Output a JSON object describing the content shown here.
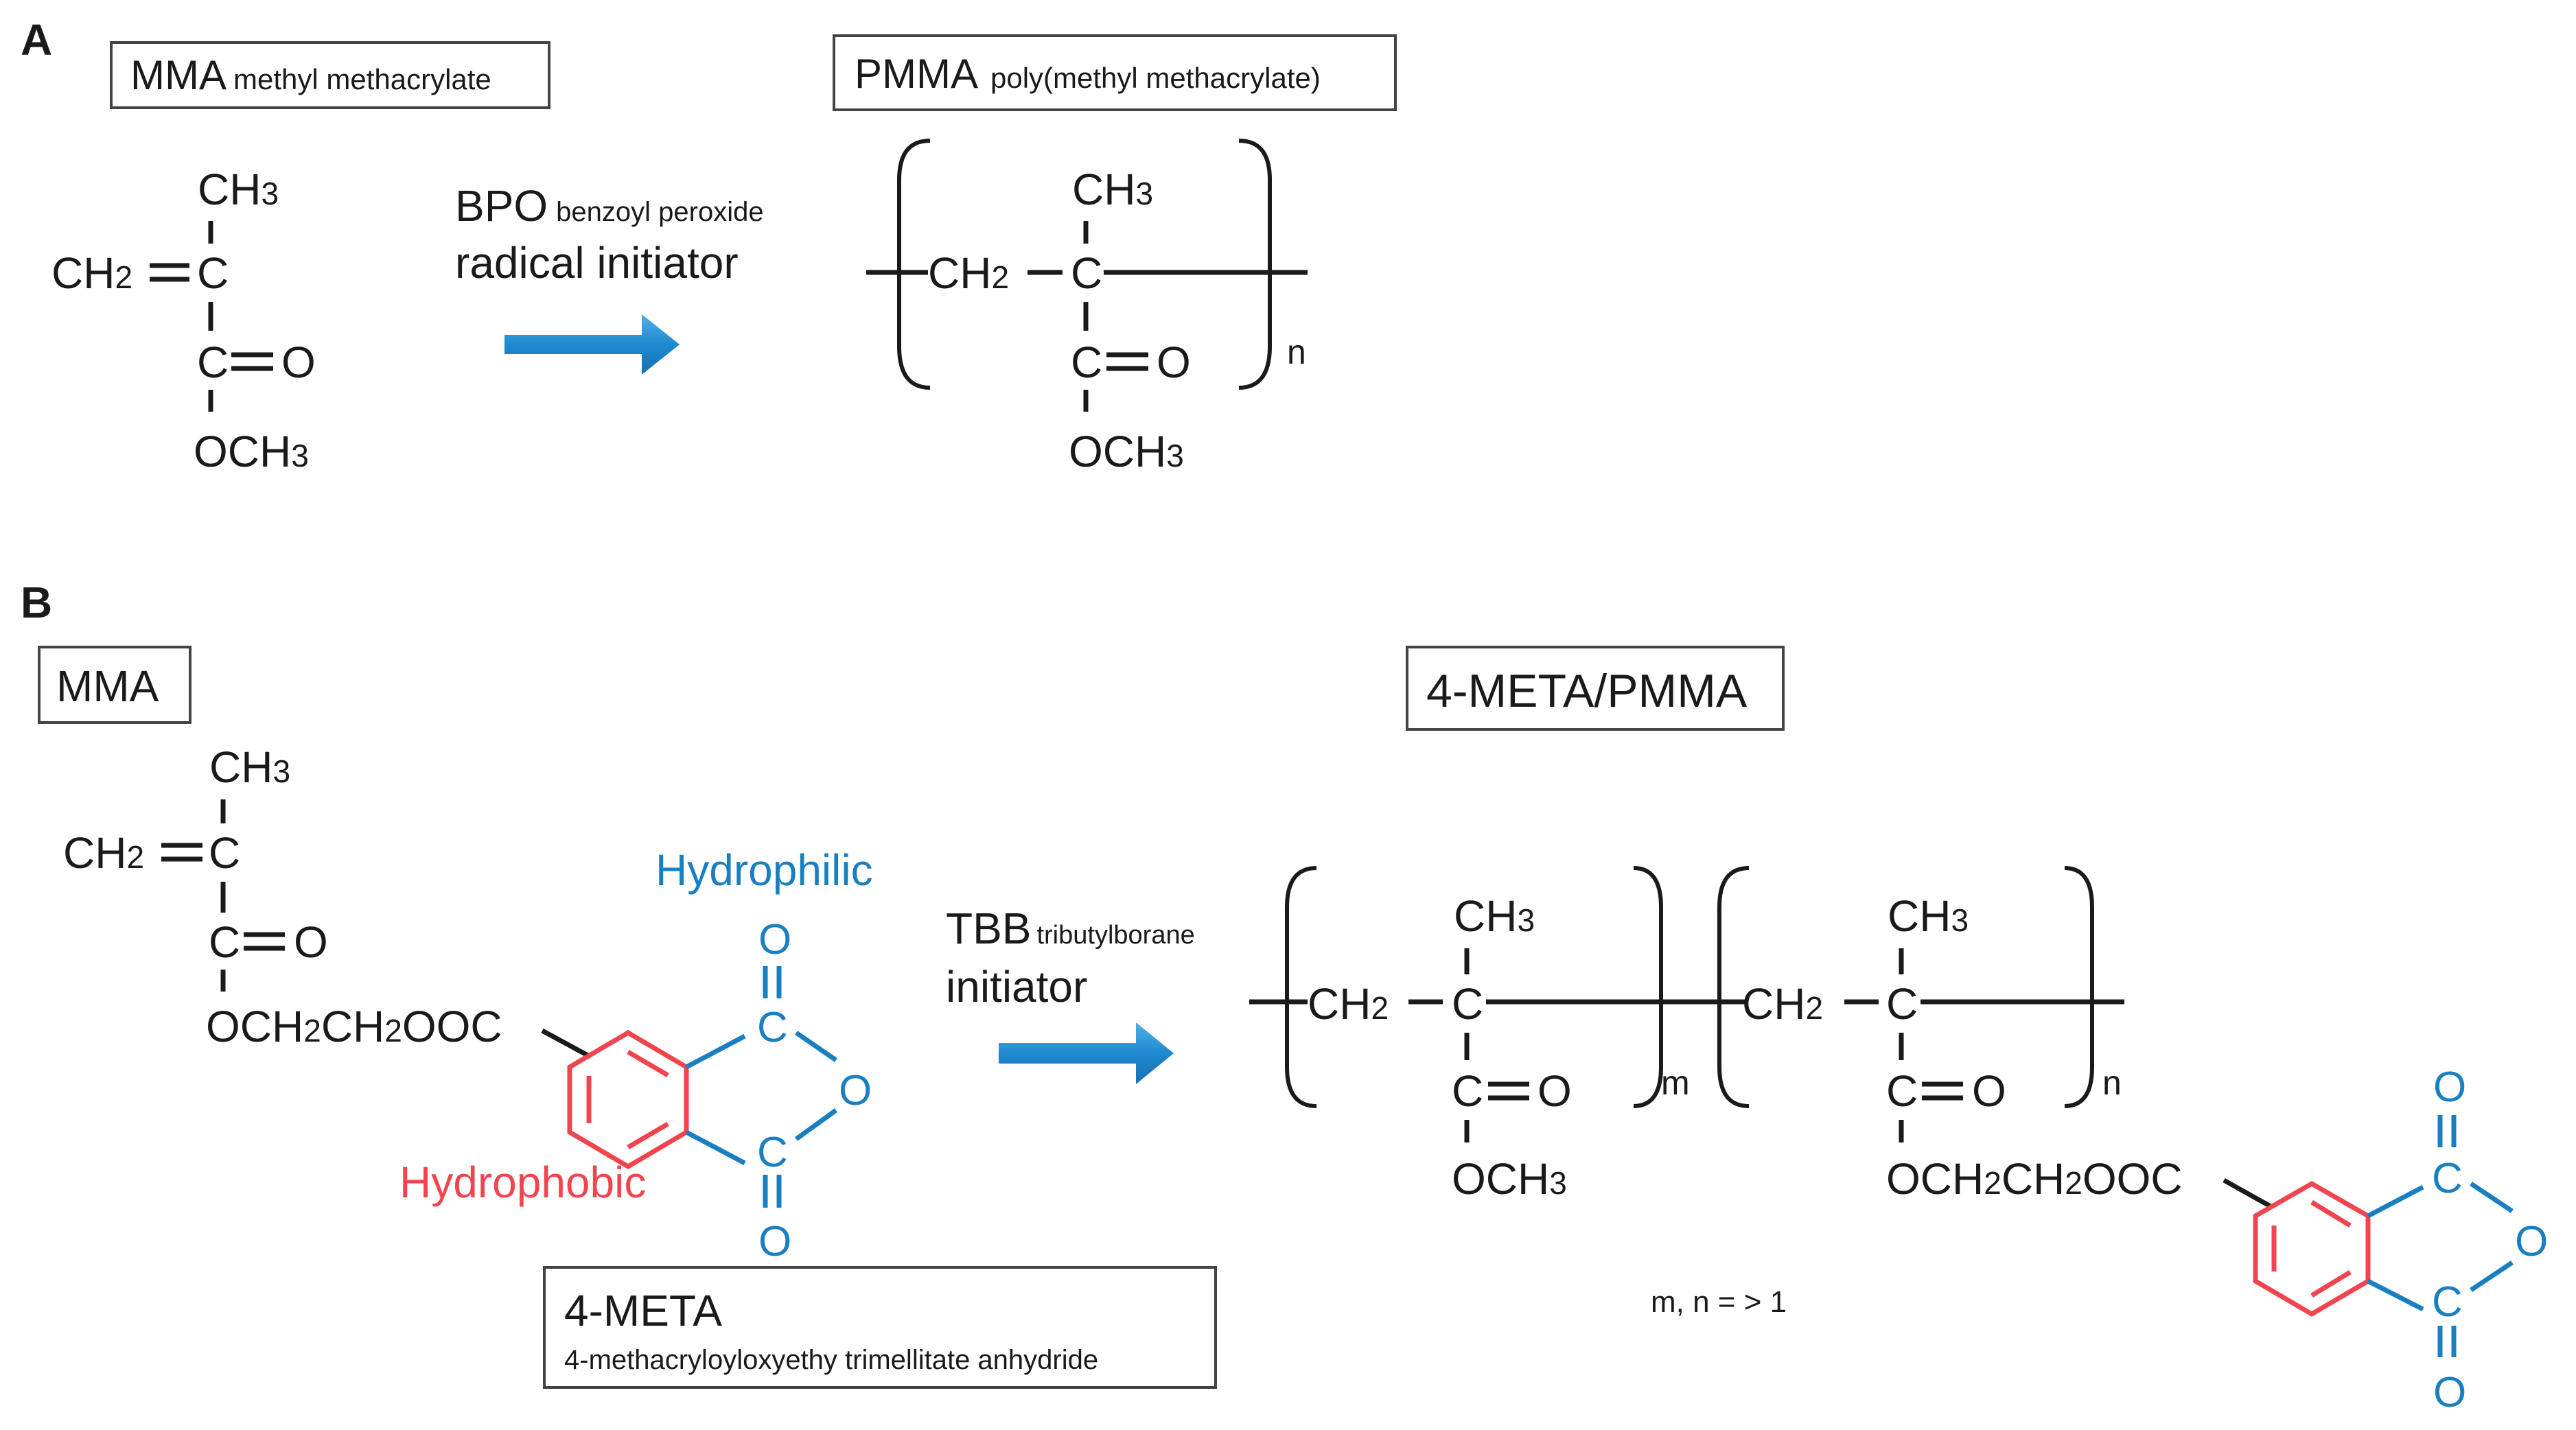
{
  "panel_a": {
    "label": "A",
    "mma_box": {
      "title": "MMA",
      "subtitle": "methyl methacrylate"
    },
    "pmma_box": {
      "title": "PMMA",
      "subtitle": "poly(methyl methacrylate)"
    },
    "initiator": {
      "name": "BPO",
      "full": "benzoyl peroxide",
      "role": "radical initiator"
    },
    "monomer": {
      "ch3": "CH3",
      "ch2": "CH2",
      "c": "C",
      "co": "C",
      "o": "O",
      "och3": "OCH3"
    },
    "polymer": {
      "ch3": "CH3",
      "ch2": "CH2",
      "c": "C",
      "co": "C",
      "o": "O",
      "och3": "OCH3",
      "repeat": "n"
    }
  },
  "panel_b": {
    "label": "B",
    "mma_box": {
      "title": "MMA"
    },
    "product_box": {
      "title": "4-META/PMMA"
    },
    "meta_box": {
      "title": "4-META",
      "subtitle": "4-methacryloyloxyethy trimellitate anhydride"
    },
    "hydrophilic": "Hydrophilic",
    "hydrophobic": "Hydrophobic",
    "initiator": {
      "name": "TBB",
      "full": "tributylborane",
      "role": "initiator"
    },
    "monomer": {
      "ch3": "CH3",
      "ch2": "CH2",
      "c": "C",
      "co": "C",
      "o": "O",
      "ester": "OCH2CH2OOC",
      "anh_o_top": "O",
      "anh_c_top": "C",
      "anh_o_ring": "O",
      "anh_c_bot": "C",
      "anh_o_bot": "O"
    },
    "polymer": {
      "seg1": {
        "ch3": "CH3",
        "ch2": "CH2",
        "c": "C",
        "co": "C",
        "o": "O",
        "och3": "OCH3",
        "repeat": "m"
      },
      "seg2": {
        "ch3": "CH3",
        "ch2": "CH2",
        "c": "C",
        "co": "C",
        "o": "O",
        "ester": "OCH2CH2OOC",
        "anh_o_top": "O",
        "anh_c_top": "C",
        "anh_o_ring": "O",
        "anh_c_bot": "C",
        "anh_o_bot": "O",
        "repeat": "n"
      }
    },
    "condition": "m, n = > 1"
  },
  "colors": {
    "black": "#1a1a1a",
    "hydrophilic_blue": "#1a7fc0",
    "hydrophobic_red": "#f0454e",
    "arrow_blue": "#2a8fd0"
  }
}
